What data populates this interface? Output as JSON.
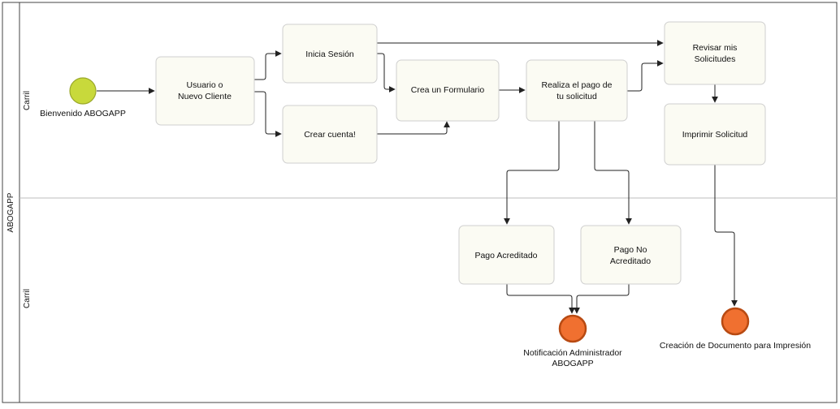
{
  "pool": {
    "label": "ABOGAPP"
  },
  "lanes": [
    {
      "id": "lane1",
      "label": "Carril"
    },
    {
      "id": "lane2",
      "label": "Carril"
    }
  ],
  "events": [
    {
      "id": "start",
      "kind": "start",
      "label_lines": [
        "Bienvenido ABOGAPP"
      ],
      "color": "#c8d93b"
    },
    {
      "id": "end-notify",
      "kind": "end",
      "label_lines": [
        "Notificación Administrador",
        "ABOGAPP"
      ],
      "color": "#f07030"
    },
    {
      "id": "end-print",
      "kind": "end",
      "label_lines": [
        "Creación de Documento para Impresión"
      ],
      "color": "#f07030"
    }
  ],
  "tasks": [
    {
      "id": "usuario",
      "label_lines": [
        "Usuario o",
        "Nuevo Cliente"
      ]
    },
    {
      "id": "inicia",
      "label_lines": [
        "Inicia Sesión"
      ]
    },
    {
      "id": "crear",
      "label_lines": [
        "Crear cuenta!"
      ]
    },
    {
      "id": "formulario",
      "label_lines": [
        "Crea un Formulario"
      ]
    },
    {
      "id": "pago",
      "label_lines": [
        "Realiza el pago de",
        "tu solicitud"
      ]
    },
    {
      "id": "revisar",
      "label_lines": [
        "Revisar mis",
        "Solicitudes"
      ]
    },
    {
      "id": "imprimir",
      "label_lines": [
        "Imprimir Solicitud"
      ]
    },
    {
      "id": "acreditado",
      "label_lines": [
        "Pago Acreditado"
      ]
    },
    {
      "id": "noacreditado",
      "label_lines": [
        "Pago No",
        "Acreditado"
      ]
    }
  ],
  "flows": [
    {
      "id": "f1",
      "from": "start",
      "to": "usuario"
    },
    {
      "id": "f2",
      "from": "usuario",
      "to": "inicia"
    },
    {
      "id": "f3",
      "from": "usuario",
      "to": "crear"
    },
    {
      "id": "f4",
      "from": "inicia",
      "to": "revisar"
    },
    {
      "id": "f5",
      "from": "inicia",
      "to": "formulario"
    },
    {
      "id": "f6",
      "from": "crear",
      "to": "formulario"
    },
    {
      "id": "f7",
      "from": "formulario",
      "to": "pago"
    },
    {
      "id": "f8",
      "from": "pago",
      "to": "revisar"
    },
    {
      "id": "f9",
      "from": "revisar",
      "to": "imprimir"
    },
    {
      "id": "f10",
      "from": "pago",
      "to": "acreditado"
    },
    {
      "id": "f11",
      "from": "pago",
      "to": "noacreditado"
    },
    {
      "id": "f12",
      "from": "acreditado",
      "to": "end-notify"
    },
    {
      "id": "f13",
      "from": "noacreditado",
      "to": "end-notify"
    },
    {
      "id": "f14",
      "from": "imprimir",
      "to": "end-print"
    }
  ],
  "colors": {
    "task_fill": "#fbfbf3",
    "task_stroke": "#cfcfcf",
    "line": "#222222",
    "lane_divider": "#bdbdbd",
    "end_stroke": "#b84a12"
  }
}
